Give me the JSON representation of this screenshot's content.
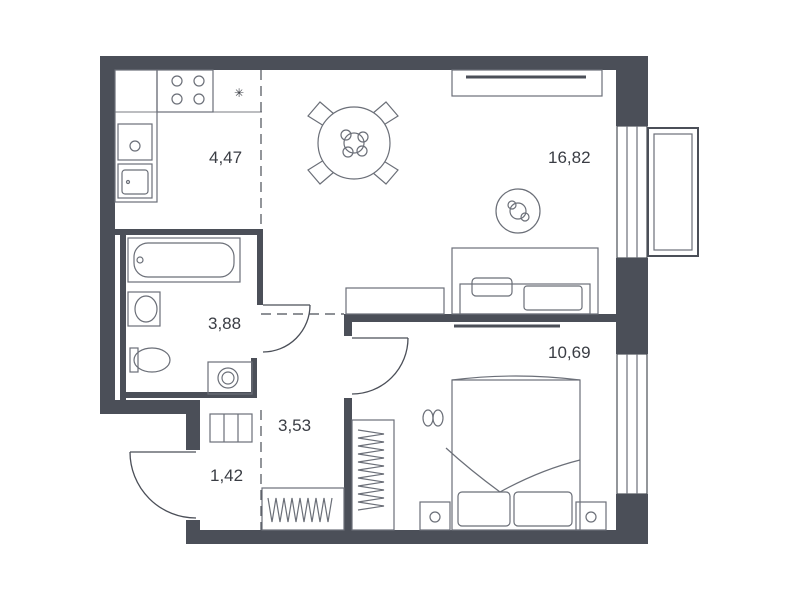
{
  "rooms": [
    {
      "name": "kitchen",
      "area": "4,47"
    },
    {
      "name": "living-room",
      "area": "16,82"
    },
    {
      "name": "bathroom",
      "area": "3,88"
    },
    {
      "name": "hallway",
      "area": "3,53"
    },
    {
      "name": "entrance",
      "area": "1,42"
    },
    {
      "name": "bedroom",
      "area": "10,69"
    }
  ],
  "colors": {
    "wall": "#4b4f58",
    "furniture": "#6b6f78",
    "text": "#3a3d44"
  }
}
